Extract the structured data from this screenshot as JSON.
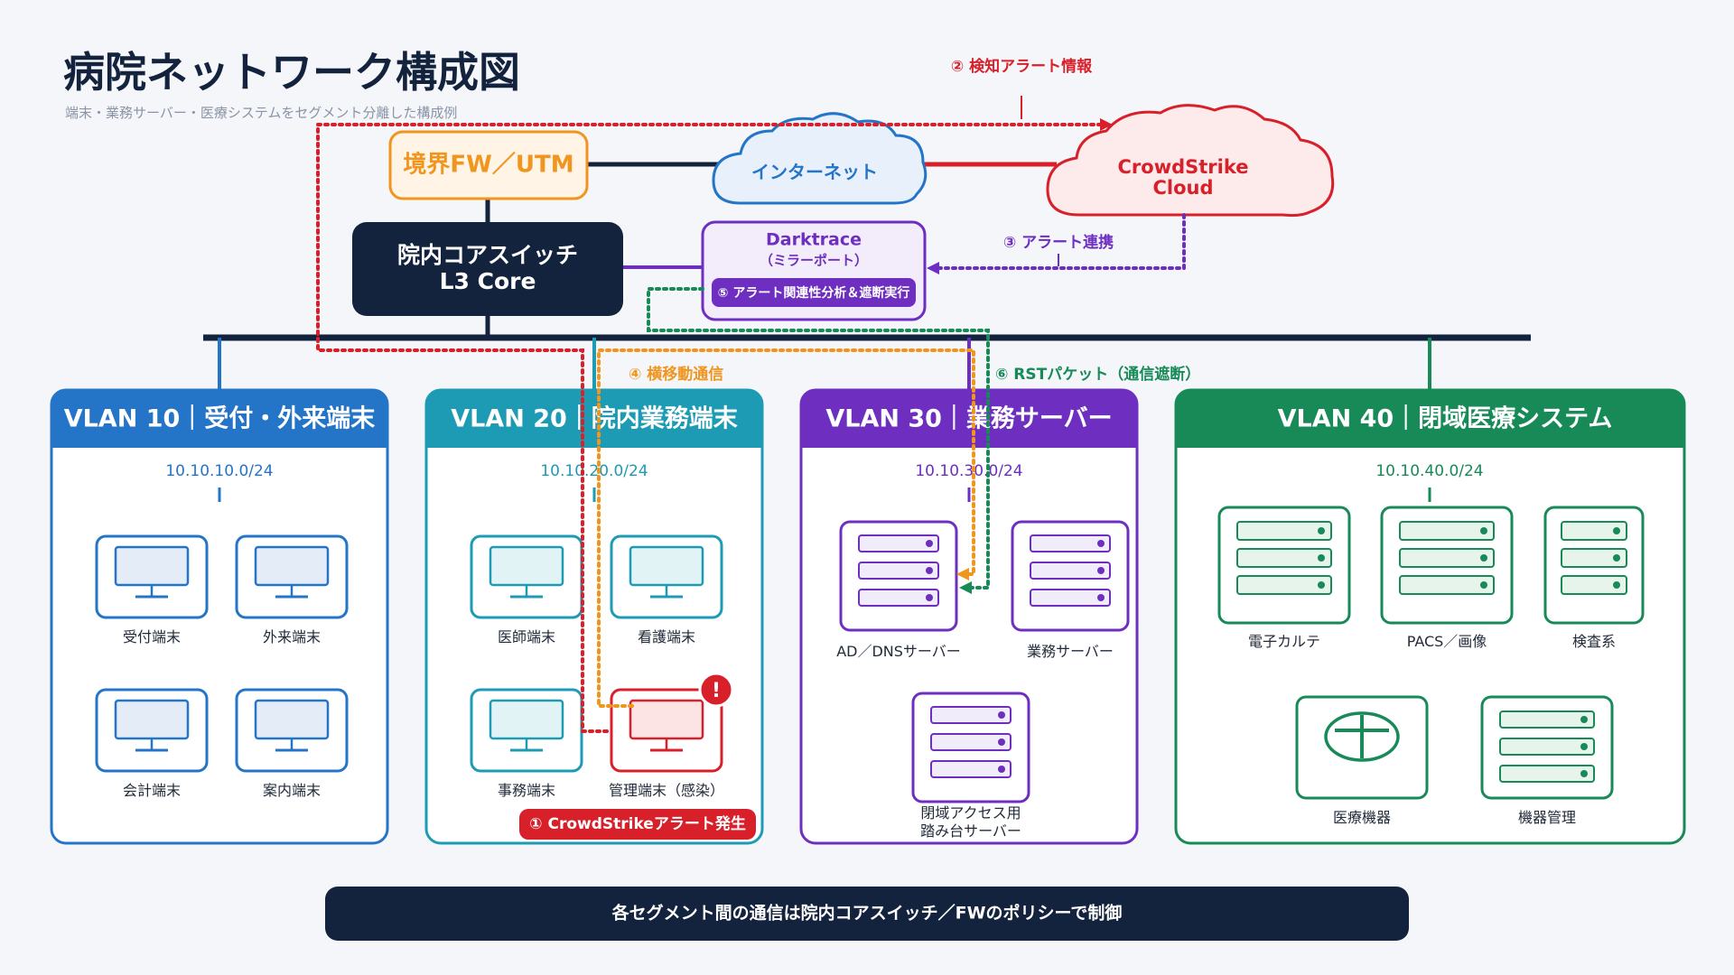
{
  "header": {
    "title": "病院ネットワーク構成図",
    "subtitle": "端末・業務サーバー・医療システムをセグメント分離した構成例"
  },
  "top": {
    "fw_label": "境界FW／UTM",
    "internet_label": "インターネット",
    "cloud_line1": "CrowdStrike",
    "cloud_line2": "Cloud",
    "core_line1": "院内コアスイッチ",
    "core_line2": "L3 Core",
    "darktrace_title": "Darktrace",
    "darktrace_sub": "（ミラーポート）",
    "darktrace_action": "⑤ アラート関連性分析＆遮断実行"
  },
  "annotations": {
    "a2": "② 検知アラート情報",
    "a3": "③ アラート連携",
    "a4": "④ 横移動通信",
    "a6": "⑥ RSTパケット（通信遮断）",
    "a1": "① CrowdStrikeアラート発生",
    "alert_mark": "!"
  },
  "vlans": [
    {
      "header": "VLAN 10｜受付・外来端末",
      "subnet": "10.10.10.0/24",
      "color": "#2474c8",
      "devices": [
        "受付端末",
        "外来端末",
        "会計端末",
        "案内端末"
      ]
    },
    {
      "header": "VLAN 20｜院内業務端末",
      "subnet": "10.10.20.0/24",
      "color": "#1e9bb4",
      "devices": [
        "医師端末",
        "看護端末",
        "事務端末",
        "管理端末（感染）"
      ]
    },
    {
      "header": "VLAN 30｜業務サーバー",
      "subnet": "10.10.30.0/24",
      "color": "#6e2fc0",
      "devices": [
        "AD／DNSサーバー",
        "業務サーバー",
        "閉域アクセス用",
        "踏み台サーバー"
      ]
    },
    {
      "header": "VLAN 40｜閉域医療システム",
      "subnet": "10.10.40.0/24",
      "color": "#178a58",
      "devices": [
        "電子カルテ",
        "PACS／画像",
        "検査系",
        "医療機器",
        "機器管理"
      ]
    }
  ],
  "footer": "各セグメント間の通信は院内コアスイッチ／FWのポリシーで制御",
  "colors": {
    "navy": "#14233d",
    "orange": "#f0951e",
    "red": "#d8202b",
    "purple": "#6e2fc0",
    "green": "#178a58",
    "cyan": "#1e9bb4",
    "blue": "#2474c8"
  },
  "icons": [
    "monitor-icon",
    "server-icon",
    "medical-device-icon",
    "alert-icon"
  ]
}
